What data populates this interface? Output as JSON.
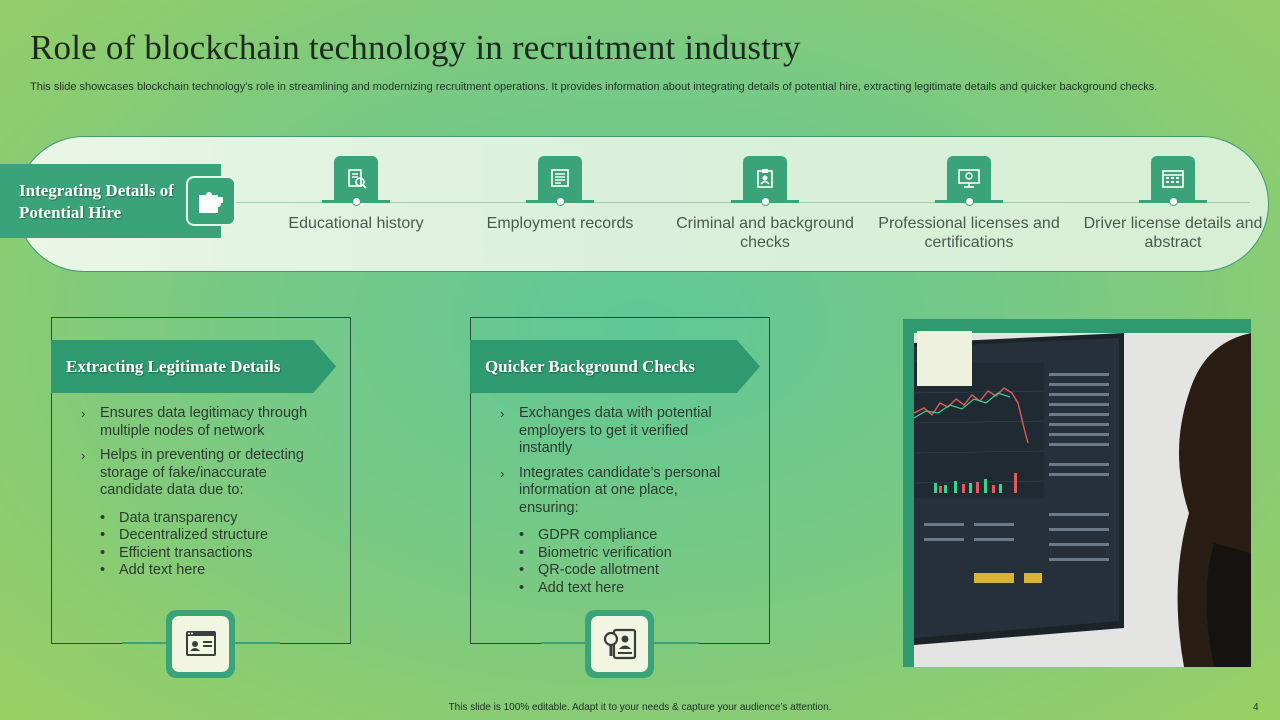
{
  "title": "Role of blockchain technology in recruitment industry",
  "subtitle": "This slide showcases blockchain technology’s role in streamlining and modernizing recruitment operations. It provides information about integrating details of potential hire, extracting legitimate details and quicker background checks.",
  "integrating": {
    "heading": "Integrating Details of Potential Hire",
    "icon": "puzzle-icon",
    "steps": [
      {
        "label": "Educational history",
        "icon": "education-icon"
      },
      {
        "label": "Employment records",
        "icon": "records-icon"
      },
      {
        "label": "Criminal and background checks",
        "icon": "clipboard-icon"
      },
      {
        "label": "Professional licenses and certifications",
        "icon": "certificate-monitor-icon"
      },
      {
        "label": "Driver license details and abstract",
        "icon": "calendar-icon"
      }
    ]
  },
  "extracting": {
    "heading": "Extracting Legitimate Details",
    "points": [
      "Ensures data legitimacy through multiple nodes of network",
      "Helps in preventing or detecting storage of fake/inaccurate candidate data due to:"
    ],
    "subpoints": [
      "Data transparency",
      "Decentralized structure",
      "Efficient transactions",
      "Add text here"
    ]
  },
  "quicker": {
    "heading": "Quicker Background Checks",
    "points": [
      "Exchanges data with potential employers to get it verified instantly",
      "Integrates candidate’s personal information at one place, ensuring:"
    ],
    "subpoints": [
      "GDPR compliance",
      "Biometric verification",
      "QR-code allotment",
      "Add text here"
    ]
  },
  "footer": "This slide is 100% editable.  Adapt it to your needs & capture your audience’s attention.",
  "page_number": "4",
  "colors": {
    "accent": "#3aa37a",
    "dark_accent": "#2f9a6f",
    "band": "#e3f3e1"
  }
}
